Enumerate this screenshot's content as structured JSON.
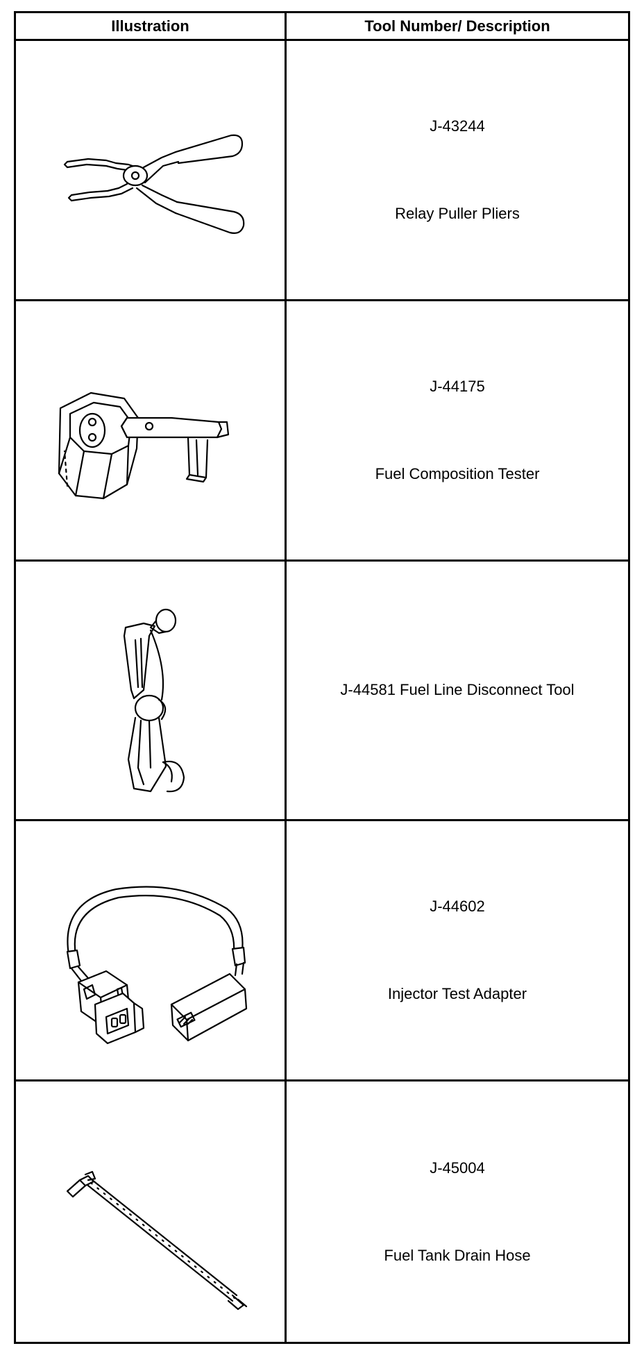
{
  "table": {
    "headers": {
      "illustration": "Illustration",
      "description": "Tool Number/ Description"
    },
    "rows": [
      {
        "icon": "relay-puller-pliers-icon",
        "number": "J-43244",
        "description": "Relay Puller Pliers"
      },
      {
        "icon": "fuel-composition-tester-icon",
        "number": "J-44175",
        "description": "Fuel Composition Tester"
      },
      {
        "icon": "fuel-line-disconnect-tool-icon",
        "combined": "J-44581 Fuel Line Disconnect Tool"
      },
      {
        "icon": "injector-test-adapter-icon",
        "number": "J-44602",
        "description": "Injector Test Adapter"
      },
      {
        "icon": "fuel-tank-drain-hose-icon",
        "number": "J-45004",
        "description": "Fuel Tank Drain Hose"
      }
    ]
  }
}
